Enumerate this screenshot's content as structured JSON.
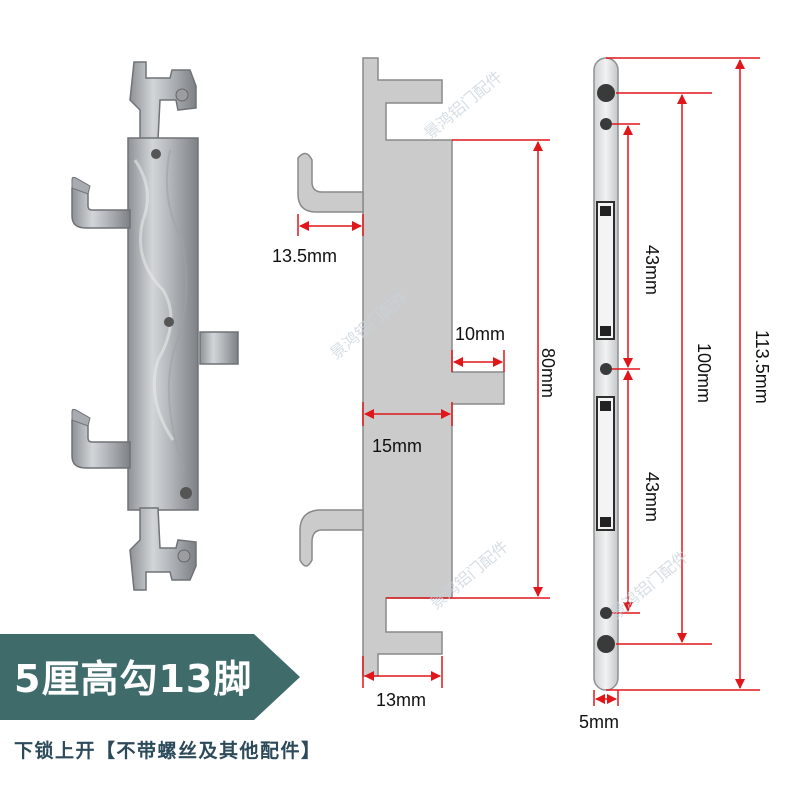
{
  "product": {
    "title": "5厘高勾13脚",
    "note": "下锁上开【不带螺丝及其他配件】",
    "watermark": "景鸿铝门配件",
    "accent_color": "#3f6b6b",
    "dimension_color": "#e0161b"
  },
  "dimensions": {
    "hook_length": "13.5mm",
    "tongue_width": "10mm",
    "hook_span": "80mm",
    "body_width": "15mm",
    "foot_width": "13mm",
    "slot_spacing_upper": "43mm",
    "slot_spacing_lower": "43mm",
    "hole_spacing": "100mm",
    "overall_length": "113.5mm",
    "plate_thickness": "5mm"
  }
}
